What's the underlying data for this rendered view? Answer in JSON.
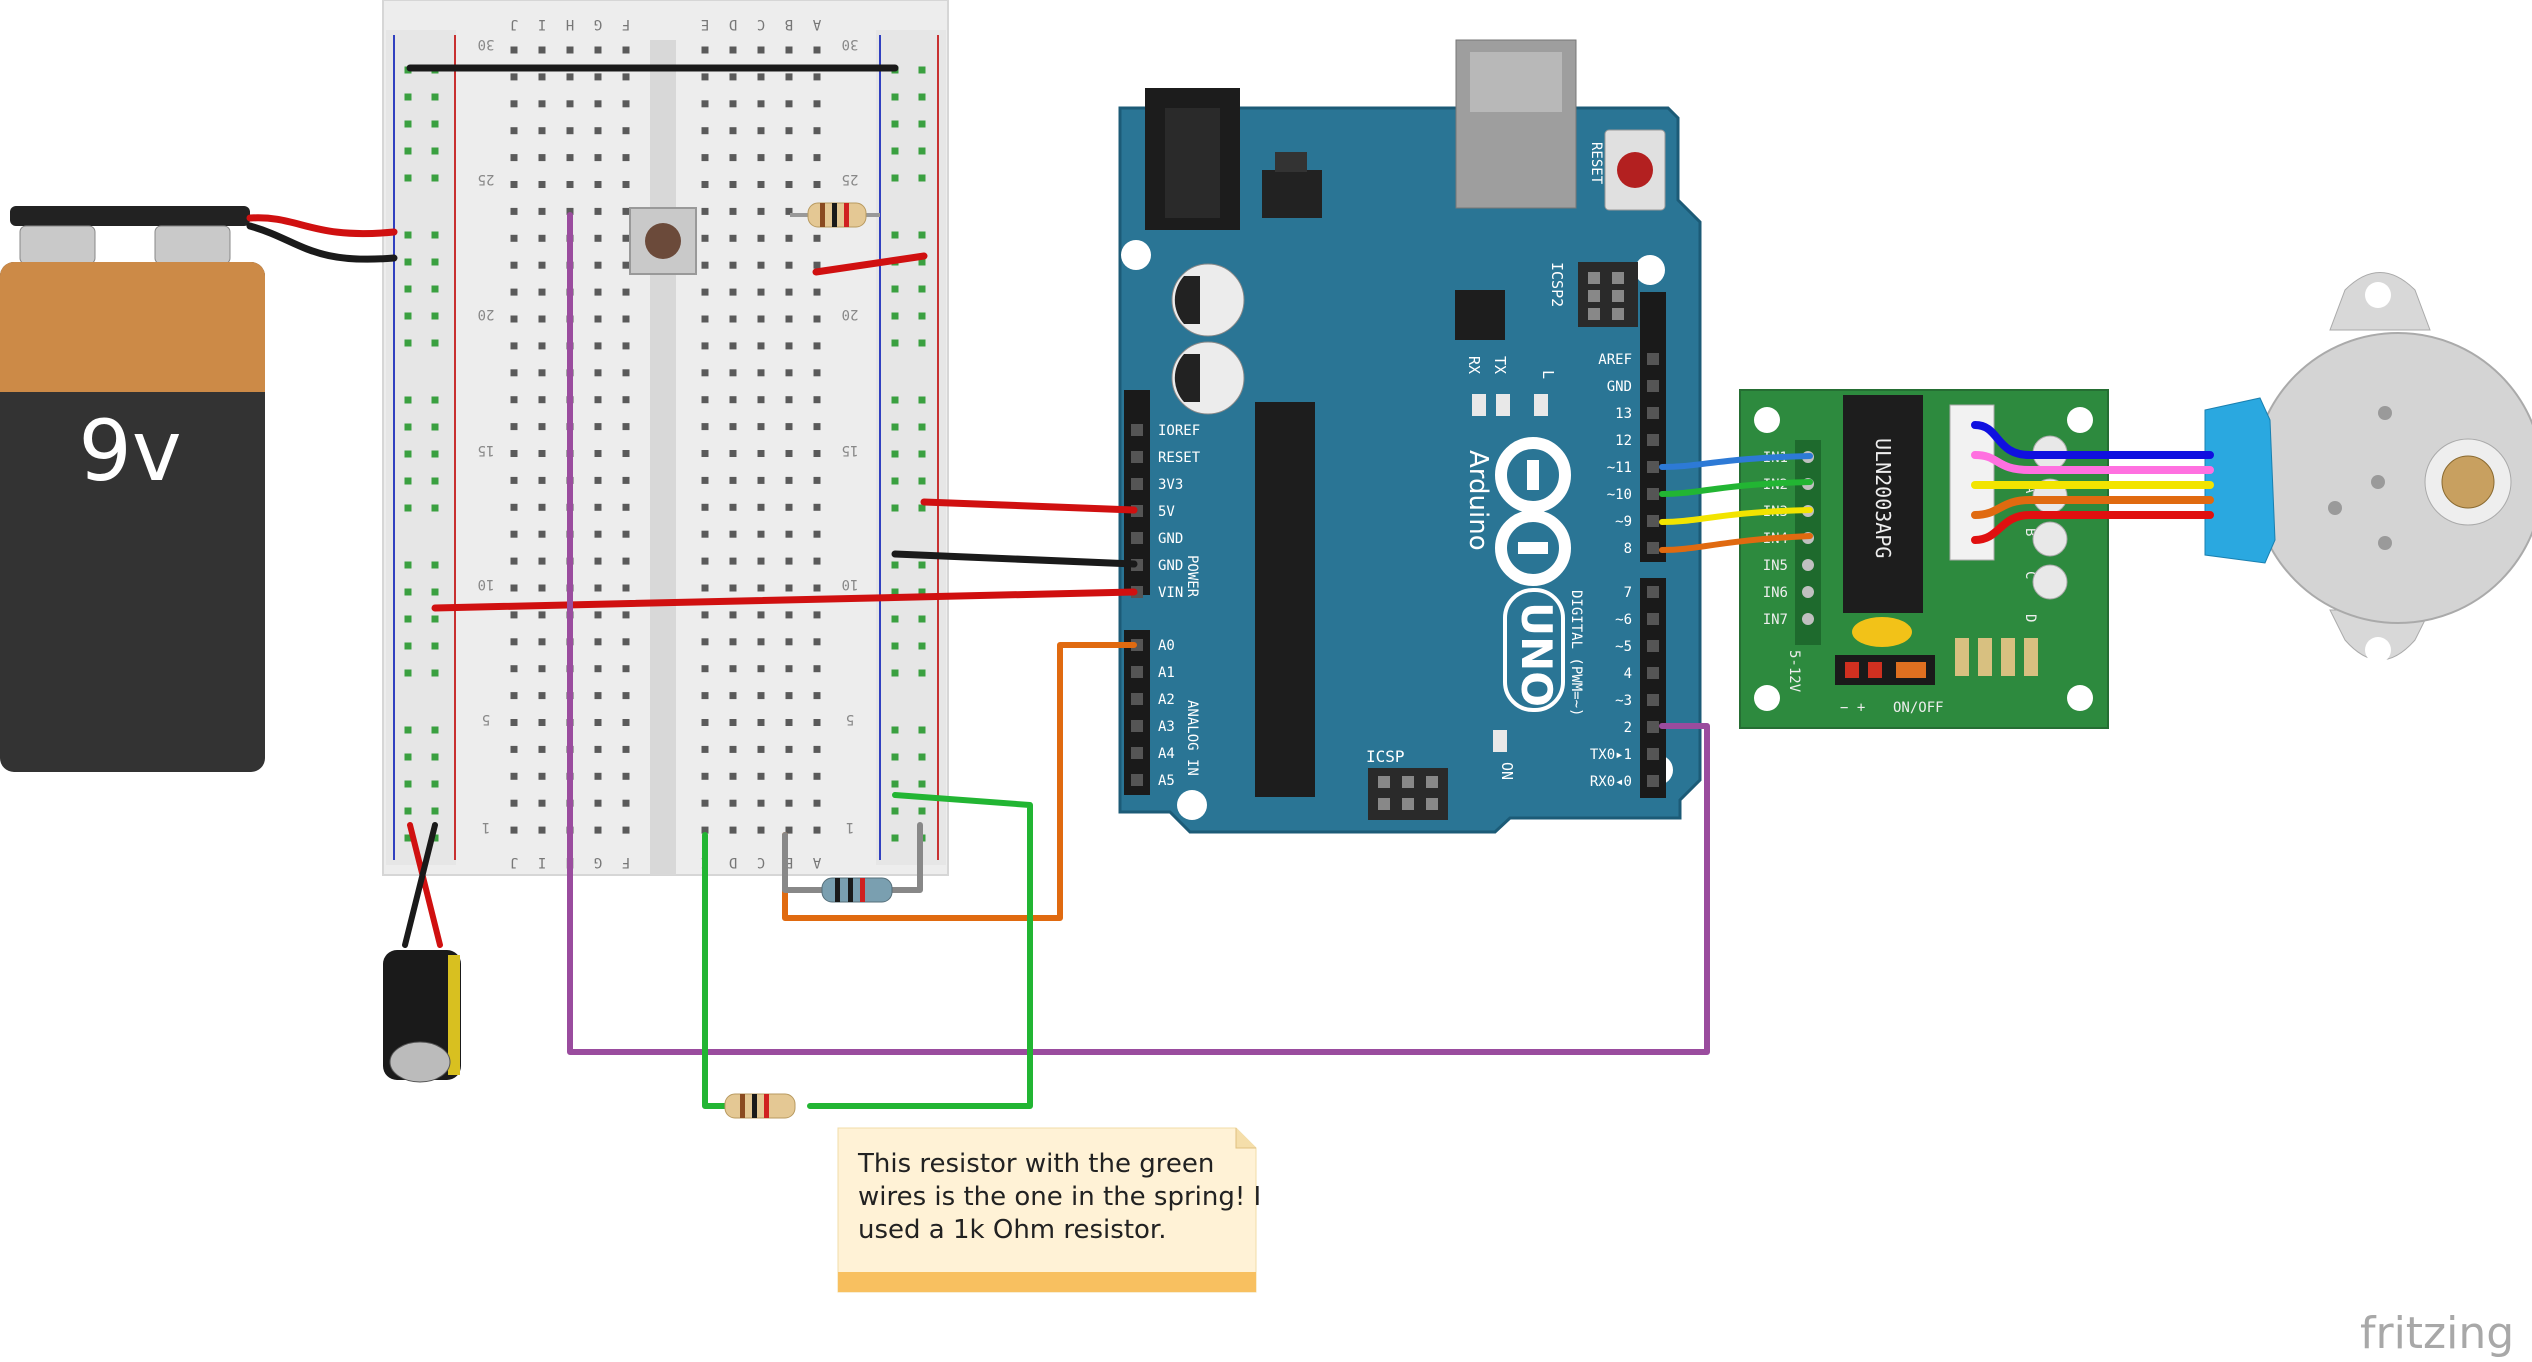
{
  "battery": {
    "label": "9v"
  },
  "arduino": {
    "brand": "Arduino",
    "model": "UNO",
    "reset_label": "RESET",
    "icsp2_label": "ICSP2",
    "icsp_label": "ICSP",
    "tx_label": "TX",
    "rx_label": "RX",
    "l_label": "L",
    "on_label": "ON",
    "power_group_label": "POWER",
    "analog_group_label": "ANALOG IN",
    "digital_group_label": "DIGITAL (PWM=~)",
    "power_pins": [
      "IOREF",
      "RESET",
      "3V3",
      "5V",
      "GND",
      "GND",
      "VIN"
    ],
    "analog_pins": [
      "A0",
      "A1",
      "A2",
      "A3",
      "A4",
      "A5"
    ],
    "digital_pins_top": [
      "AREF",
      "GND",
      "13",
      "12",
      "~11",
      "~10",
      "~9",
      "8"
    ],
    "digital_pins_bottom": [
      "7",
      "~6",
      "~5",
      "4",
      "~3",
      "2",
      "TX0▸1",
      "RX0◂0"
    ]
  },
  "driver": {
    "chip_label": "ULN2003APG",
    "inputs": [
      "IN1",
      "IN2",
      "IN3",
      "IN4",
      "IN5",
      "IN6",
      "IN7"
    ],
    "power_label": "5-12V",
    "polarity_label": "−  +",
    "switch_label": "ON/OFF",
    "led_labels": [
      "A",
      "B",
      "C",
      "D"
    ]
  },
  "breadboard": {
    "columns_top": [
      "J",
      "I",
      "H",
      "G",
      "F",
      "E",
      "D",
      "C",
      "B",
      "A"
    ],
    "columns_bottom": [
      "J",
      "I",
      "H",
      "G",
      "F",
      "E",
      "D",
      "C",
      "B",
      "A"
    ],
    "row_labels": [
      "30",
      "25",
      "20",
      "15",
      "10",
      "5",
      "1"
    ]
  },
  "note": {
    "lines": [
      "This resistor with the green",
      "wires is the one in the spring! I",
      "used a 1k Ohm resistor."
    ]
  },
  "watermark": {
    "text": "fritzing"
  },
  "colors": {
    "board": "#2a7595",
    "driver_board": "#2d8a3e",
    "wire_red": "#d01010",
    "wire_black": "#1a1a1a",
    "wire_green": "#22b533",
    "wire_orange": "#e06a10",
    "wire_purple": "#9a4c9e",
    "wire_blue": "#2d7ad6",
    "wire_yellow": "#f2e400",
    "note_bg": "#fff2d6"
  }
}
